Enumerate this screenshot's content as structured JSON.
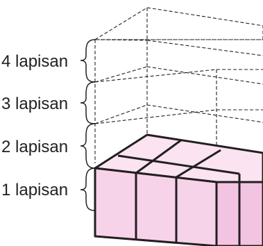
{
  "layers": [
    {
      "label": "4 lapisan"
    },
    {
      "label": "3 lapisan"
    },
    {
      "label": "2 lapisan"
    },
    {
      "label": "1 lapisan"
    }
  ],
  "colors": {
    "cube_front": "#f7d3ea",
    "cube_top": "#fbe3f2",
    "cube_side": "#f3c4e1",
    "edge": "#231f20",
    "dashed": "#231f20"
  }
}
